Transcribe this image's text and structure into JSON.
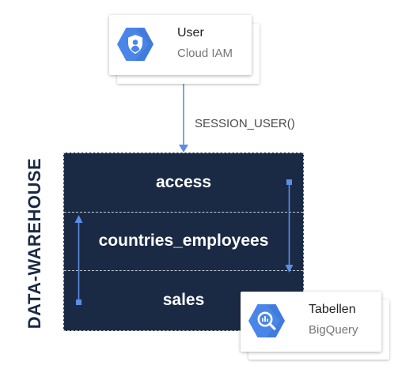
{
  "user_card": {
    "title": "User",
    "subtitle": "Cloud IAM",
    "icon": "cloud-iam-icon"
  },
  "connector_label": "SESSION_USER()",
  "warehouse": {
    "label": "DATA-WAREHOUSE",
    "rows": [
      {
        "label": "access"
      },
      {
        "label": "countries_employees"
      },
      {
        "label": "sales"
      }
    ]
  },
  "table_card": {
    "title": "Tabellen",
    "subtitle": "BigQuery",
    "icon": "bigquery-icon"
  },
  "colors": {
    "hex_blue": "#4a85e8",
    "arrow_blue": "#5b8ee6",
    "warehouse_fill": "#1b2a44",
    "side_label": "#1b2a44"
  }
}
